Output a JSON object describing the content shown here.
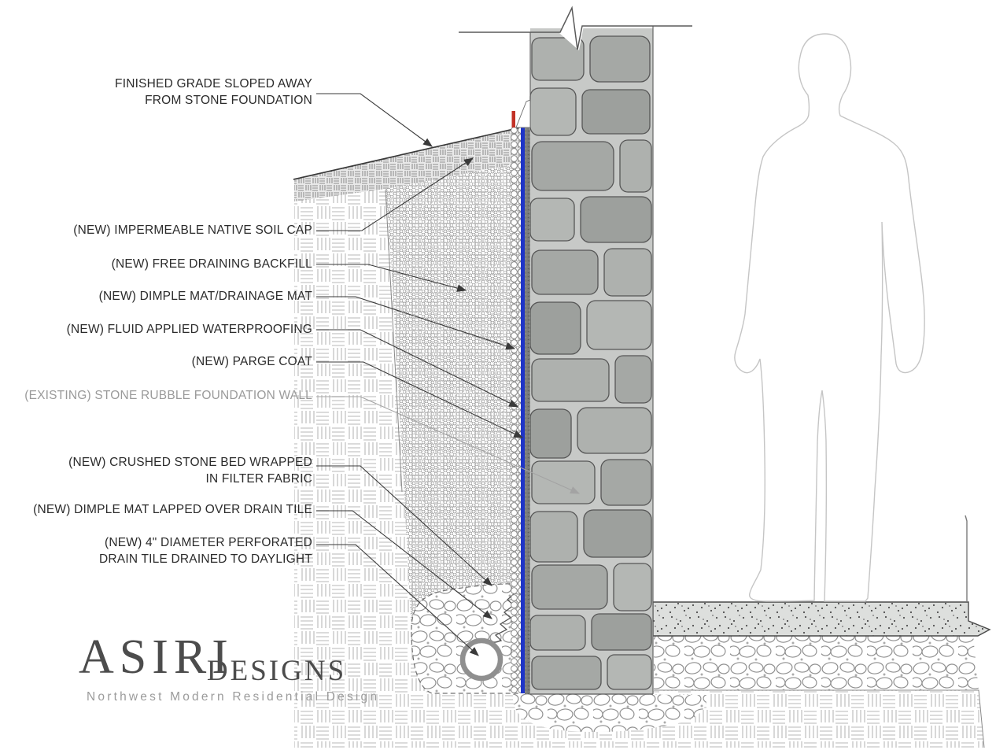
{
  "labels": [
    {
      "id": "finished-grade",
      "text": "FINISHED GRADE SLOPED AWAY\nFROM STONE FOUNDATION"
    },
    {
      "id": "soil-cap",
      "text": "(NEW) IMPERMEABLE NATIVE SOIL CAP"
    },
    {
      "id": "backfill",
      "text": "(NEW) FREE DRAINING BACKFILL"
    },
    {
      "id": "dimple-mat",
      "text": "(NEW) DIMPLE MAT/DRAINAGE MAT"
    },
    {
      "id": "waterproofing",
      "text": "(NEW) FLUID APPLIED WATERPROOFING"
    },
    {
      "id": "parge-coat",
      "text": "(NEW) PARGE COAT"
    },
    {
      "id": "existing-wall",
      "text": "(EXISTING) STONE RUBBLE FOUNDATION WALL"
    },
    {
      "id": "crushed-stone",
      "text": "(NEW) CRUSHED STONE BED WRAPPED\nIN FILTER FABRIC"
    },
    {
      "id": "mat-lapped",
      "text": "(NEW) DIMPLE MAT LAPPED OVER DRAIN TILE"
    },
    {
      "id": "drain-tile",
      "text": "(NEW) 4\" DIAMETER PERFORATED\nDRAIN TILE DRAINED TO DAYLIGHT"
    }
  ],
  "logo": {
    "name": "ASIRI",
    "suffix": "DESIGNS",
    "tagline": "Northwest Modern Residential Design"
  },
  "colors": {
    "dimple_mat_blue": "#1e34c8",
    "termination_red": "#c23126",
    "label_text": "#2b2b2b",
    "existing_label_gray": "#9a9a9a",
    "leader_line": "#3a3a3a"
  }
}
